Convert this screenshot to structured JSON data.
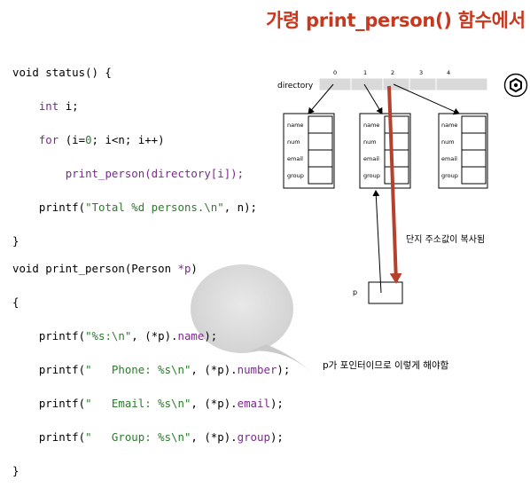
{
  "title": "가령 print_person() 함수에서",
  "status_code": {
    "line1": "void status() {",
    "line2_kw": "int",
    "line2_rest": " i;",
    "line3_kw": "for",
    "line3_rest1": " (i=",
    "line3_num": "0",
    "line3_rest2": "; i<n; i++)",
    "line4": "print_person(directory[i]);",
    "line5_fn": "printf(",
    "line5_str": "\"Total %d persons.\\n\"",
    "line5_rest": ", n);",
    "line6": "}"
  },
  "print_person_code": {
    "line1_a": "void print_person(Person ",
    "line1_b": "*p",
    "line1_c": ")",
    "line2": "{",
    "line3_fn": "printf(",
    "line3_str": "\"%s:\\n\"",
    "line3_mid": ", (*p).",
    "line3_field": "name",
    "line3_end": ");",
    "line4_fn": "printf(",
    "line4_str": "\"   Phone: %s\\n\"",
    "line4_mid": ", (*p).",
    "line4_field": "number",
    "line4_end": ");",
    "line5_fn": "printf(",
    "line5_str": "\"   Email: %s\\n\"",
    "line5_mid": ", (*p).",
    "line5_field": "email",
    "line5_end": ");",
    "line6_fn": "printf(",
    "line6_str": "\"   Group: %s\\n\"",
    "line6_mid": ", (*p).",
    "line6_field": "group",
    "line6_end": ");",
    "line7": "}"
  },
  "diagram": {
    "directory_label": "directory",
    "indices": [
      "0",
      "1",
      "2",
      "3",
      "4"
    ],
    "fields": [
      "name",
      "num",
      "email",
      "group"
    ],
    "p_label": "p",
    "copy_note": "단지 주소값이 복사됨",
    "pointer_note": "p가 포인터이므로 이렇게 해야함",
    "arrow_color": "#b5412c",
    "icon": "hexagon-nut-icon"
  }
}
